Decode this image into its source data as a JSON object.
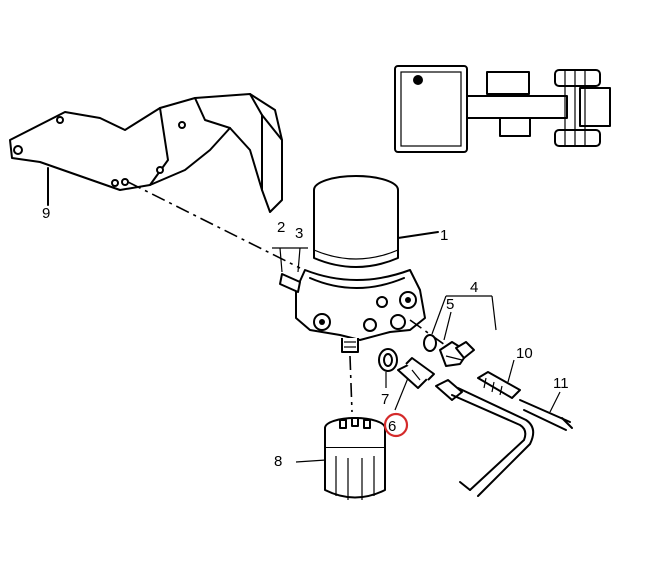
{
  "diagram": {
    "callouts": [
      {
        "id": "1",
        "text": "1"
      },
      {
        "id": "2",
        "text": "2"
      },
      {
        "id": "3",
        "text": "3"
      },
      {
        "id": "4",
        "text": "4"
      },
      {
        "id": "5",
        "text": "5"
      },
      {
        "id": "6",
        "text": "6",
        "highlighted": true
      },
      {
        "id": "7",
        "text": "7"
      },
      {
        "id": "8",
        "text": "8"
      },
      {
        "id": "9",
        "text": "9"
      },
      {
        "id": "10",
        "text": "10"
      },
      {
        "id": "11",
        "text": "11"
      }
    ],
    "highlight_color": "#d42a2a",
    "line_color": "#000000",
    "background": "#ffffff"
  }
}
